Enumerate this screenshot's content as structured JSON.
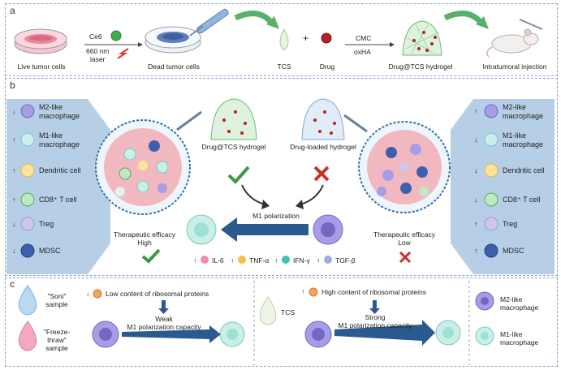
{
  "panels": {
    "a": {
      "letter": "a",
      "live_tumor_cells": "Live tumor cells",
      "ce6": "Ce6",
      "laser_line1": "660 nm",
      "laser_line2": "laser",
      "dead_tumor_cells": "Dead tumor cells",
      "tcs": "TCS",
      "plus": "+",
      "drug": "Drug",
      "cmc": "CMC",
      "oxha": "oxHA",
      "hydrogel": "Drug@TCS hydrogel",
      "injection": "Intratumoral injection"
    },
    "b": {
      "letter": "b",
      "left_list": [
        {
          "arrow": "↓",
          "line1": "M2-like",
          "line2": "macrophage"
        },
        {
          "arrow": "↑",
          "line1": "M1-like",
          "line2": "macrophage"
        },
        {
          "arrow": "↑",
          "line1": "Dendritic cell",
          "line2": ""
        },
        {
          "arrow": "↑",
          "line1": "CD8⁺ T cell",
          "line2": ""
        },
        {
          "arrow": "↓",
          "line1": "Treg",
          "line2": ""
        },
        {
          "arrow": "↓",
          "line1": "MDSC",
          "line2": ""
        }
      ],
      "right_list": [
        {
          "arrow": "↑",
          "line1": "M2-like",
          "line2": "macrophage"
        },
        {
          "arrow": "↓",
          "line1": "M1-like",
          "line2": "macrophage"
        },
        {
          "arrow": "↓",
          "line1": "Dendritic cell",
          "line2": ""
        },
        {
          "arrow": "↓",
          "line1": "CD8⁺ T cell",
          "line2": ""
        },
        {
          "arrow": "↑",
          "line1": "Treg",
          "line2": ""
        },
        {
          "arrow": "↑",
          "line1": "MDSC",
          "line2": ""
        }
      ],
      "hydrogel_left": "Drug@TCS hydrogel",
      "hydrogel_right": "Drug-loaded hydrogel",
      "m1_polarization": "M1 polarization",
      "efficacy_left_line1": "Therapeutic efficacy",
      "efficacy_left_line2": "High",
      "efficacy_right_line1": "Therapeutic efficacy",
      "efficacy_right_line2": "Low",
      "cytokines": [
        {
          "arrow": "↑",
          "label": "IL-6",
          "color": "#f08aa8"
        },
        {
          "arrow": "↑",
          "label": "TNF-α",
          "color": "#f5c04a"
        },
        {
          "arrow": "↑",
          "label": "IFN-γ",
          "color": "#3fc0b8"
        },
        {
          "arrow": "↑",
          "label": "TGF-β",
          "color": "#a4a8e0"
        }
      ]
    },
    "c": {
      "letter": "c",
      "soni_line1": "\"Soni\"",
      "soni_line2": "sample",
      "freeze_line1": "\"Freeze-",
      "freeze_line2": "thraw\"",
      "freeze_line3": "sample",
      "low_arrow": "↓",
      "low_content": "Low content of ribosomal proteins",
      "weak_line1": "Weak",
      "weak_line2": "M1 polarization capacity",
      "tcs": "TCS",
      "high_arrow": "↑",
      "high_content": "High content of ribosomal proteins",
      "strong_line1": "Strong",
      "strong_line2": "M1 polarization capacity",
      "legend_m2_line1": "M2-like",
      "legend_m2_line2": "macrophage",
      "legend_m1_line1": "M1-like",
      "legend_m1_line2": "macrophage"
    }
  },
  "colors": {
    "panel_border": "#8fa3c4",
    "side_fill": "#b7cfe6",
    "arrow_blue": "#2b5a8f",
    "m2_purple": "#8f84d6",
    "m1_teal": "#9fe0d4",
    "check_green": "#3c9a3c",
    "cross_red": "#c9302c"
  }
}
